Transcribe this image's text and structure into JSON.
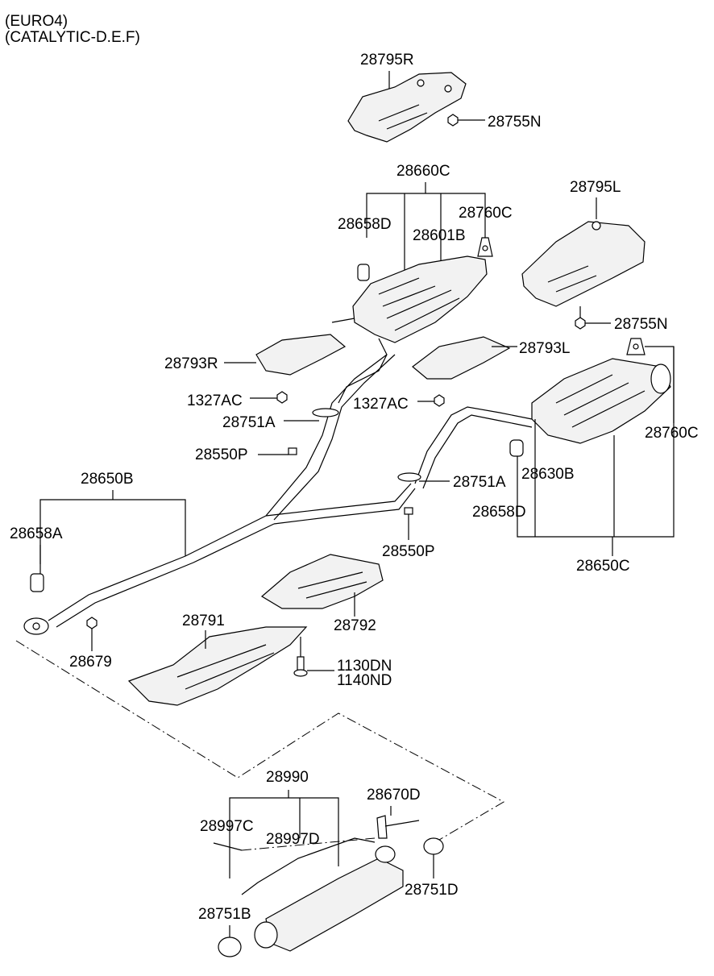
{
  "header": {
    "line1": "(EURO4)",
    "line2": "(CATALYTIC-D.E.F)"
  },
  "labels": {
    "p28795R": "28795R",
    "p28755N_top": "28755N",
    "p28660C": "28660C",
    "p28658D_top": "28658D",
    "p28760C_top": "28760C",
    "p28601B": "28601B",
    "p28795L": "28795L",
    "p28755N_right": "28755N",
    "p28793R": "28793R",
    "p28793L": "28793L",
    "p1327AC_left": "1327AC",
    "p1327AC_mid": "1327AC",
    "p28751A_left": "28751A",
    "p28550P_left": "28550P",
    "p28650B": "28650B",
    "p28751A_right": "28751A",
    "p28630B": "28630B",
    "p28760C_right": "28760C",
    "p28658D_right": "28658D",
    "p28658A": "28658A",
    "p28550P_right": "28550P",
    "p28650C": "28650C",
    "p28791": "28791",
    "p28792": "28792",
    "p28679": "28679",
    "p1130DN": "1130DN",
    "p1140ND": "1140ND",
    "p28990": "28990",
    "p28670D": "28670D",
    "p28997C": "28997C",
    "p28997D": "28997D",
    "p28751D": "28751D",
    "p28751B": "28751B"
  }
}
